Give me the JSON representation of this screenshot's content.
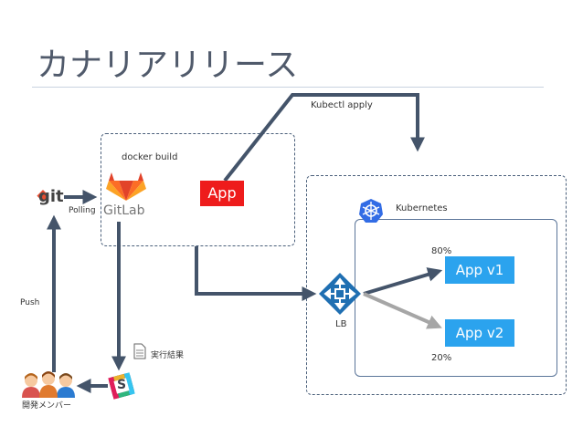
{
  "title": "カナリアリリース",
  "labels": {
    "kubectl_apply": "Kubectl apply",
    "docker_build": "docker build",
    "polling": "Polling",
    "push": "Push",
    "kubernetes": "Kubernetes",
    "lb": "LB",
    "exec_result": "実行結果",
    "members": "開発メンバー",
    "pct_v1": "80%",
    "pct_v2": "20%"
  },
  "logos": {
    "git": "git",
    "gitlab": "GitLab",
    "slack": "S"
  },
  "boxes": {
    "app": "App",
    "app_v1": "App v1",
    "app_v2": "App v2"
  },
  "colors": {
    "arrow": "#44546a",
    "arrow_light": "#a6a6a6",
    "app_red": "#ee1c1c",
    "app_blue": "#2ba3ee",
    "k8s_blue": "#326ce5",
    "title": "#505a6b"
  },
  "icons": [
    "git-logo-icon",
    "gitlab-logo-icon",
    "kubernetes-icon",
    "load-balancer-icon",
    "document-icon",
    "slack-icon",
    "team-members-icon"
  ]
}
